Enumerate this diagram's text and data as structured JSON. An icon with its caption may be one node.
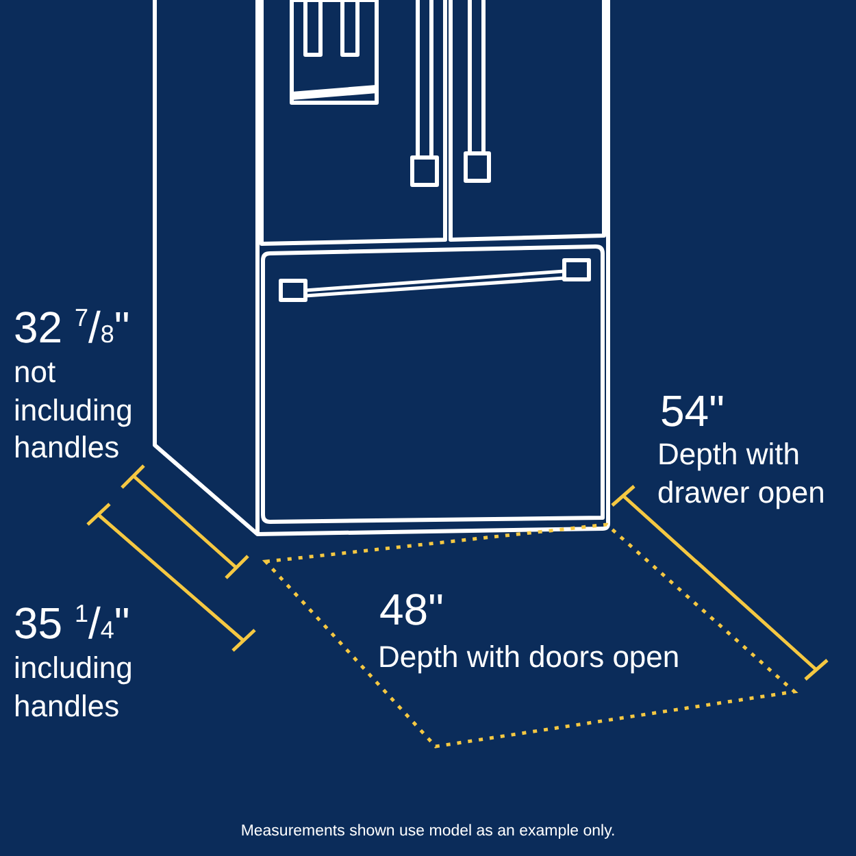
{
  "diagram": {
    "caption": "Measurements shown use model as an example only.",
    "labels": [
      "32 $^{7}$/$_{8}$\"",
      "not including handles",
      "35 $^{1}$/$_{4}$\"",
      "including handles",
      "54\"",
      "Depth with drawer open",
      "48\"",
      "Depth with doors open"
    ]
  }
}
